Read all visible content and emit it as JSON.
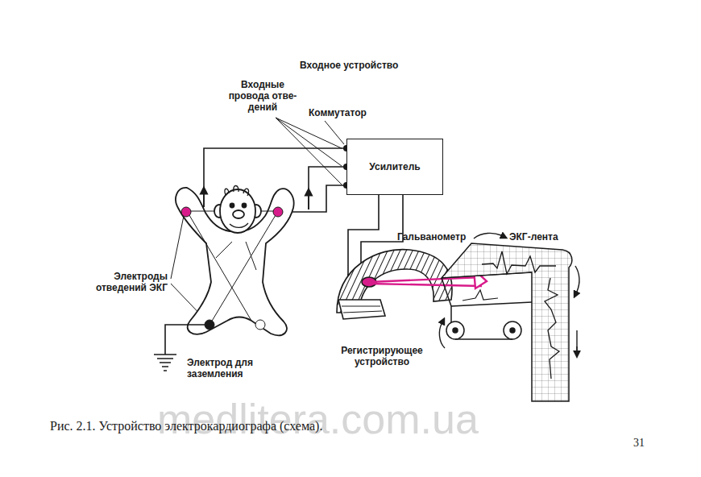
{
  "diagram": {
    "caption": "Рис. 2.1. Устройство электрокардиографа (схема).",
    "nodes": [
      {
        "text": [
          "Усилитель"
        ]
      }
    ],
    "labels": [
      "Входное устройство",
      "Входные провода отве- дений",
      "Коммутатор",
      "Гальванометр",
      "ЭКГ-лента",
      "Электроды отведений ЭКГ",
      "Регистрирующее устройство",
      "Электрод для заземления",
      "medlitera.com.ua",
      "31"
    ]
  }
}
